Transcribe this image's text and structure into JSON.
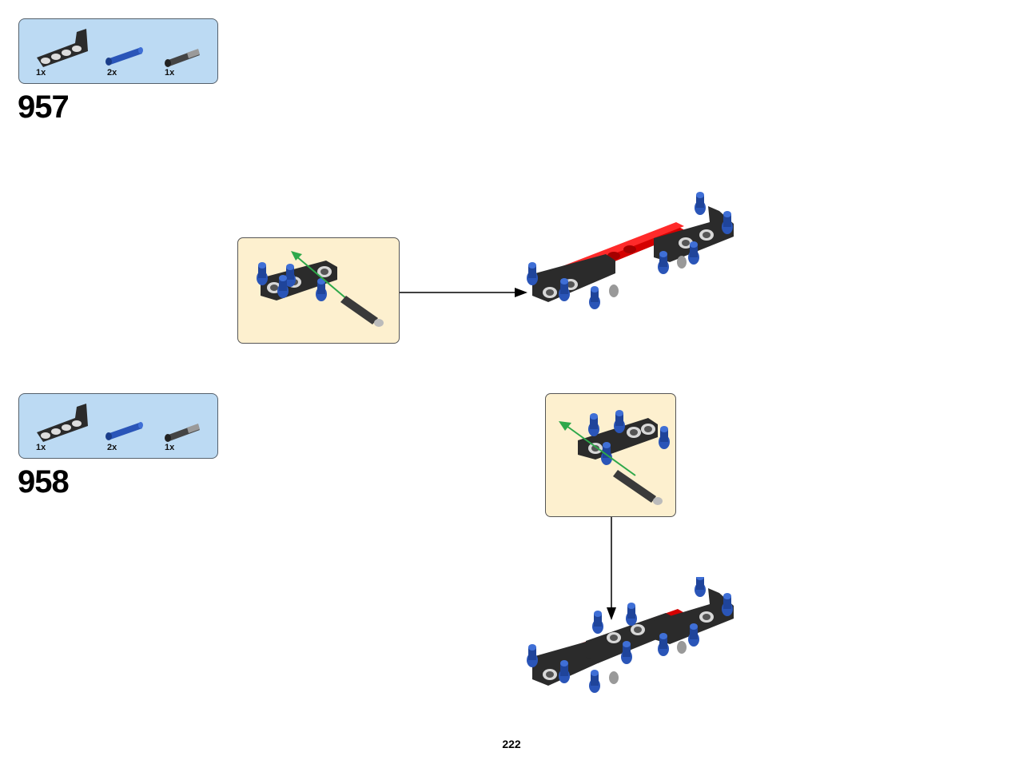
{
  "steps": [
    {
      "number": "957",
      "parts": [
        {
          "qty": "1x",
          "icon": "black-liftarm-icon"
        },
        {
          "qty": "2x",
          "icon": "blue-pin-icon"
        },
        {
          "qty": "1x",
          "icon": "grey-axle-pin-icon"
        }
      ]
    },
    {
      "number": "958",
      "parts": [
        {
          "qty": "1x",
          "icon": "black-liftarm-icon"
        },
        {
          "qty": "2x",
          "icon": "blue-pin-icon"
        },
        {
          "qty": "1x",
          "icon": "grey-axle-pin-icon"
        }
      ]
    }
  ],
  "colors": {
    "parts_panel": "#bcdaf3",
    "callout_panel": "#fdf0cf",
    "liftarm": "#2b2b2b",
    "pin": "#2a55b8",
    "beam": "#d40000",
    "install_arrow": "#2ea84a"
  },
  "page_number": "222"
}
